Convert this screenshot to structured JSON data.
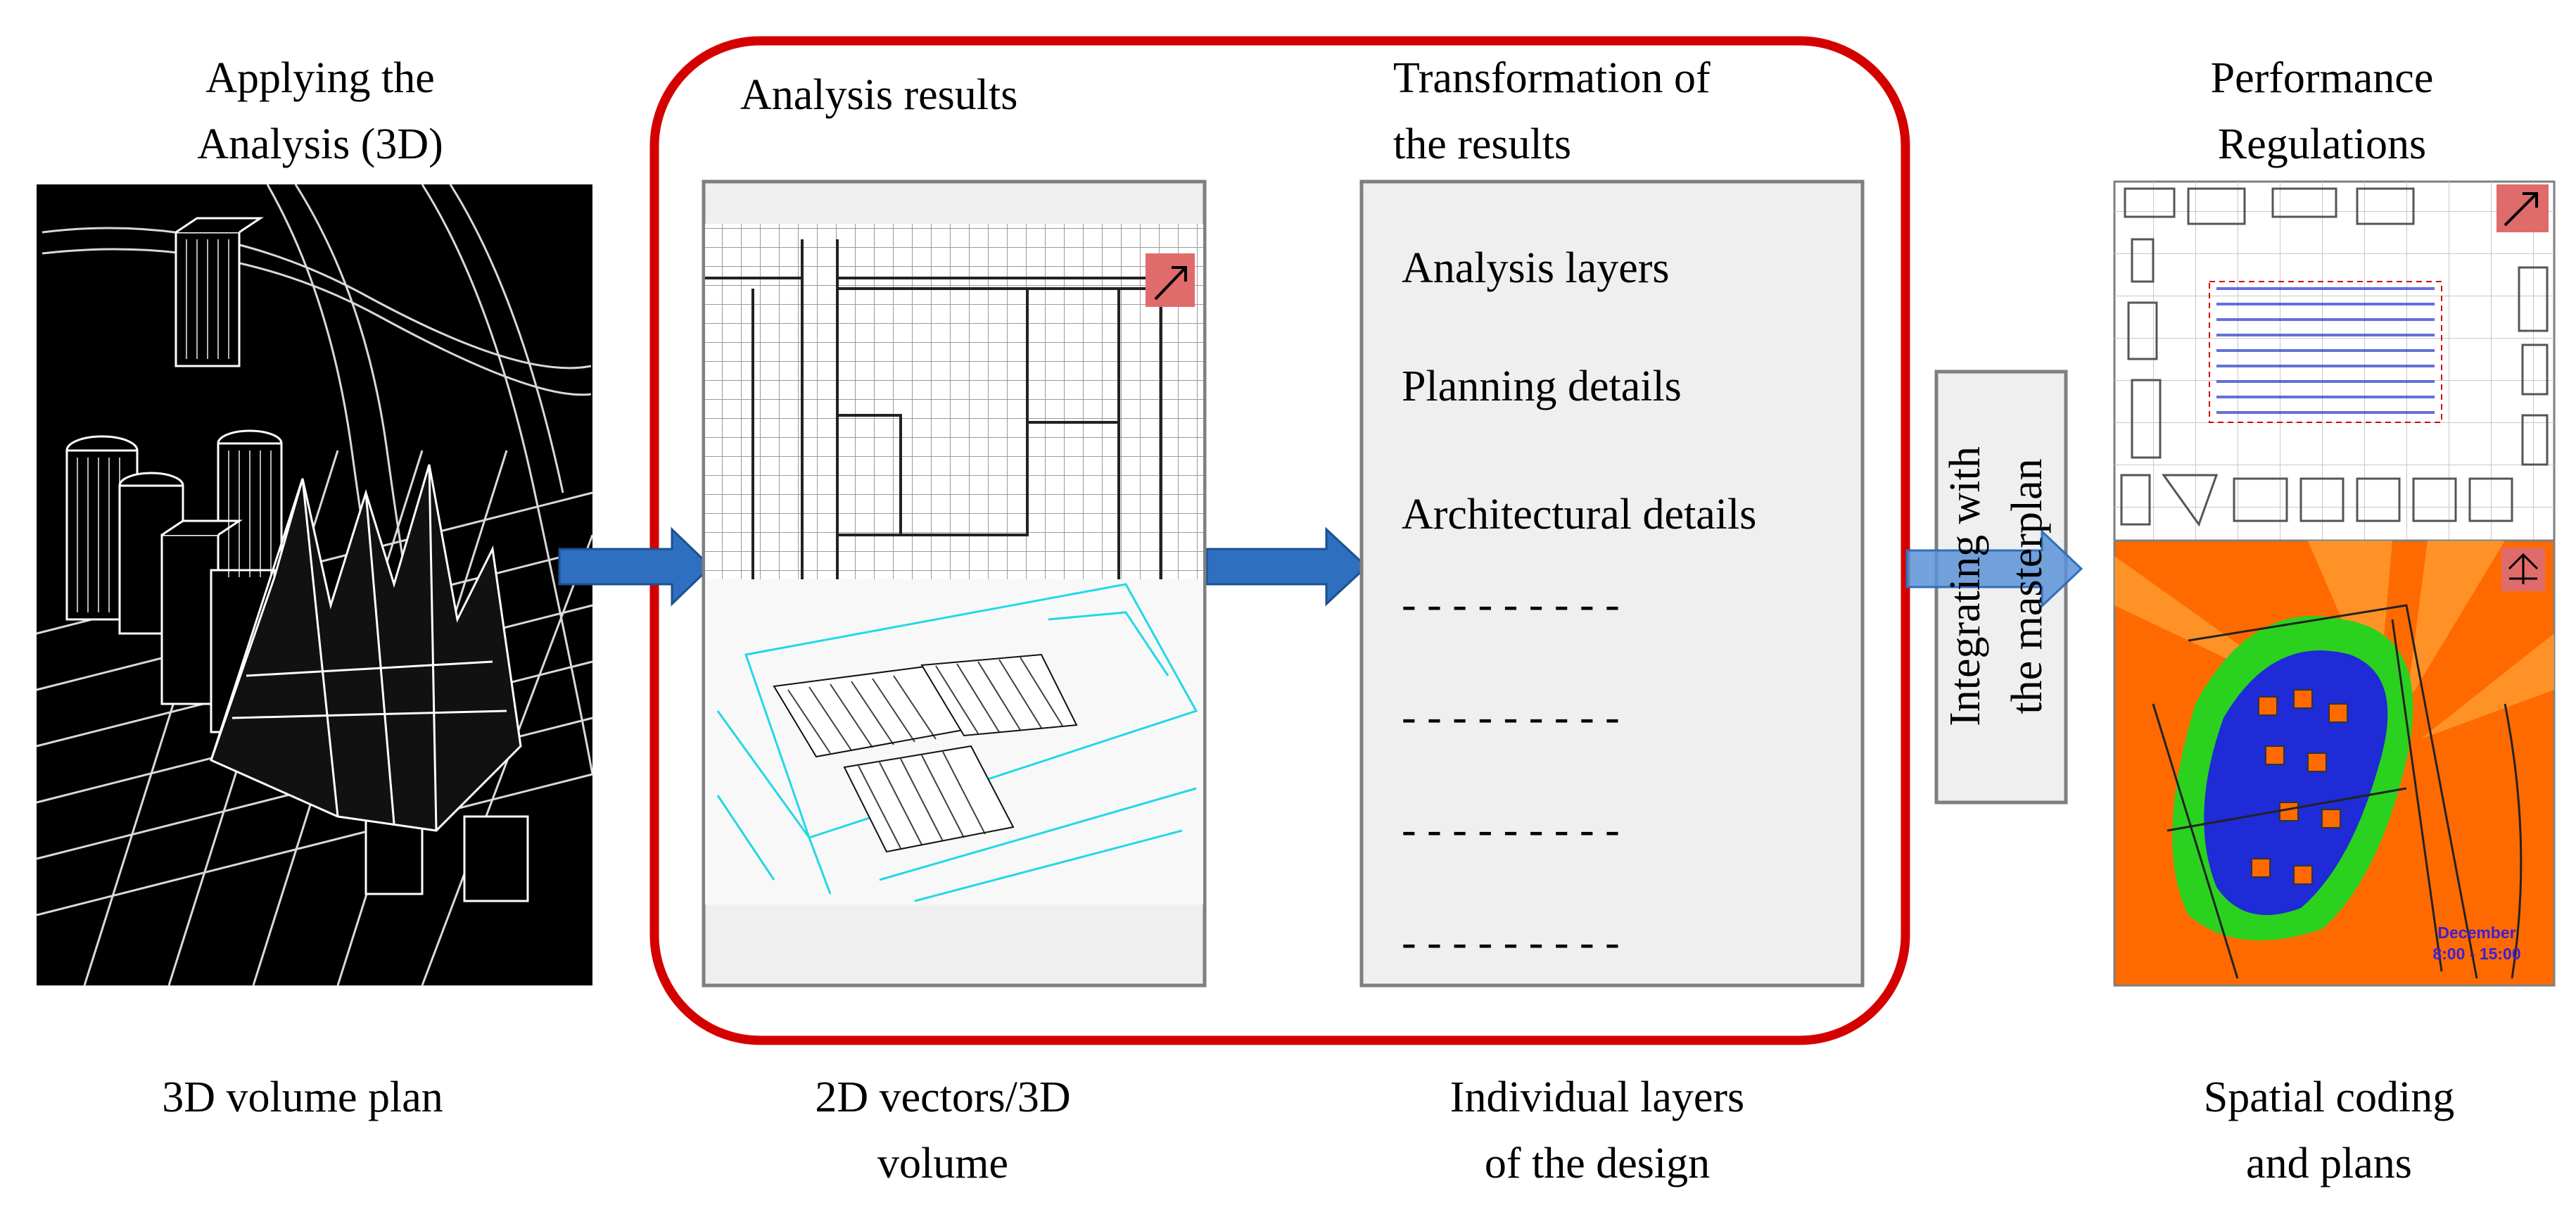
{
  "stage1": {
    "title_line1": "Applying the",
    "title_line2": "Analysis (3D)",
    "caption": "3D volume plan"
  },
  "stage2": {
    "title": "Analysis results",
    "caption_line1": "2D vectors/3D",
    "caption_line2": "volume"
  },
  "stage3": {
    "title_line1": "Transformation of",
    "title_line2": "the results",
    "items": [
      "Analysis layers",
      "Planning details",
      "Architectural details"
    ],
    "placeholders": [
      "- - - - - - - - -",
      "- - - - - - - - -",
      "- - - - - - - - -",
      "- - - - - - - - -"
    ],
    "caption_line1": "Individual layers",
    "caption_line2": "of the design"
  },
  "integrate": {
    "line1": "Integrating with",
    "line2": "the masterplan"
  },
  "stage4": {
    "title_line1": "Performance",
    "title_line2": "Regulations",
    "map_label_line1": "December",
    "map_label_line2": "8:00 - 15:00",
    "caption_line1": "Spatial coding",
    "caption_line2": "and plans"
  },
  "colors": {
    "highlight_border": "#d40000",
    "arrow": "#2e6fc0",
    "panel_bg": "#efefef",
    "panel_border": "#7f7f7f",
    "heat_orange": "#ff6a00",
    "heat_green": "#2bd11f",
    "heat_blue": "#1f2bd6",
    "compass_bg": "#e06b6b",
    "cyan_lines": "#22d8e6"
  }
}
